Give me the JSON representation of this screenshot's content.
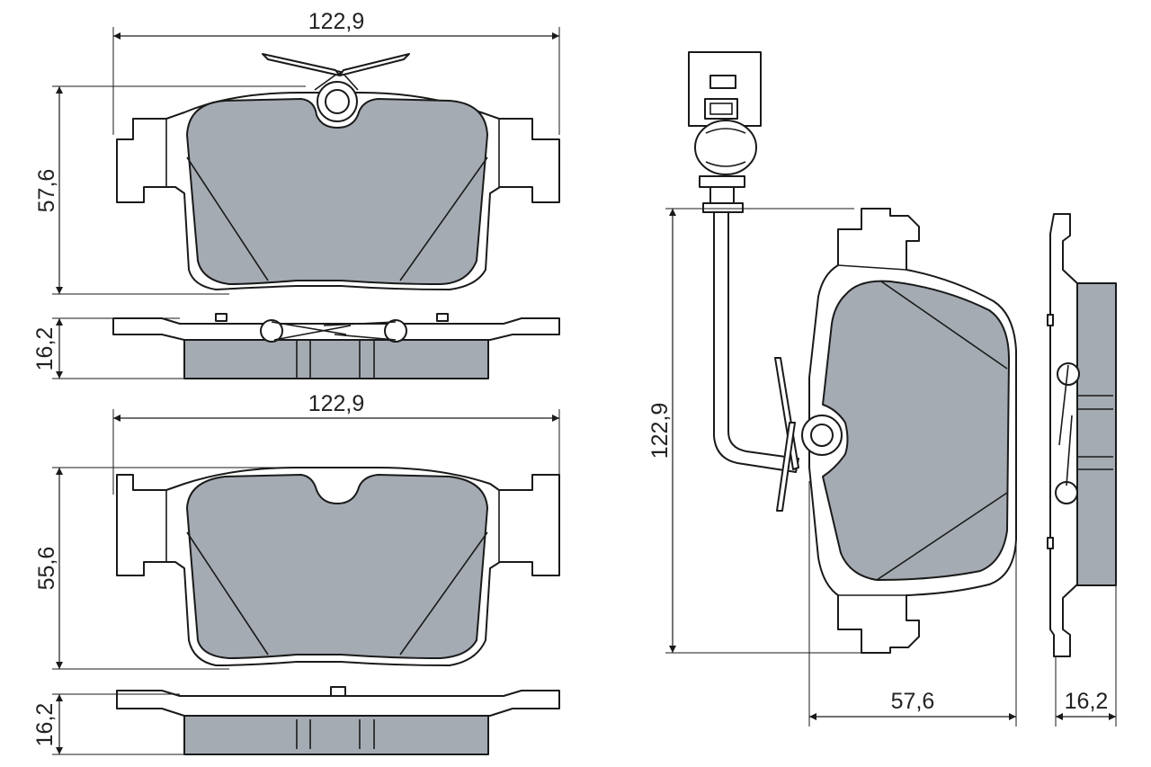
{
  "dimensions": {
    "top_pad_width": "122,9",
    "top_pad_height": "57,6",
    "top_side_thickness": "16,2",
    "bottom_pad_width": "122,9",
    "bottom_pad_height": "55,6",
    "bottom_side_thickness": "16,2",
    "right_pad_height": "122,9",
    "right_pad_width": "57,6",
    "right_side_thickness": "16,2"
  },
  "colors": {
    "lining": "#a5abb3",
    "outline": "#1a1a1a",
    "background": "#ffffff"
  }
}
